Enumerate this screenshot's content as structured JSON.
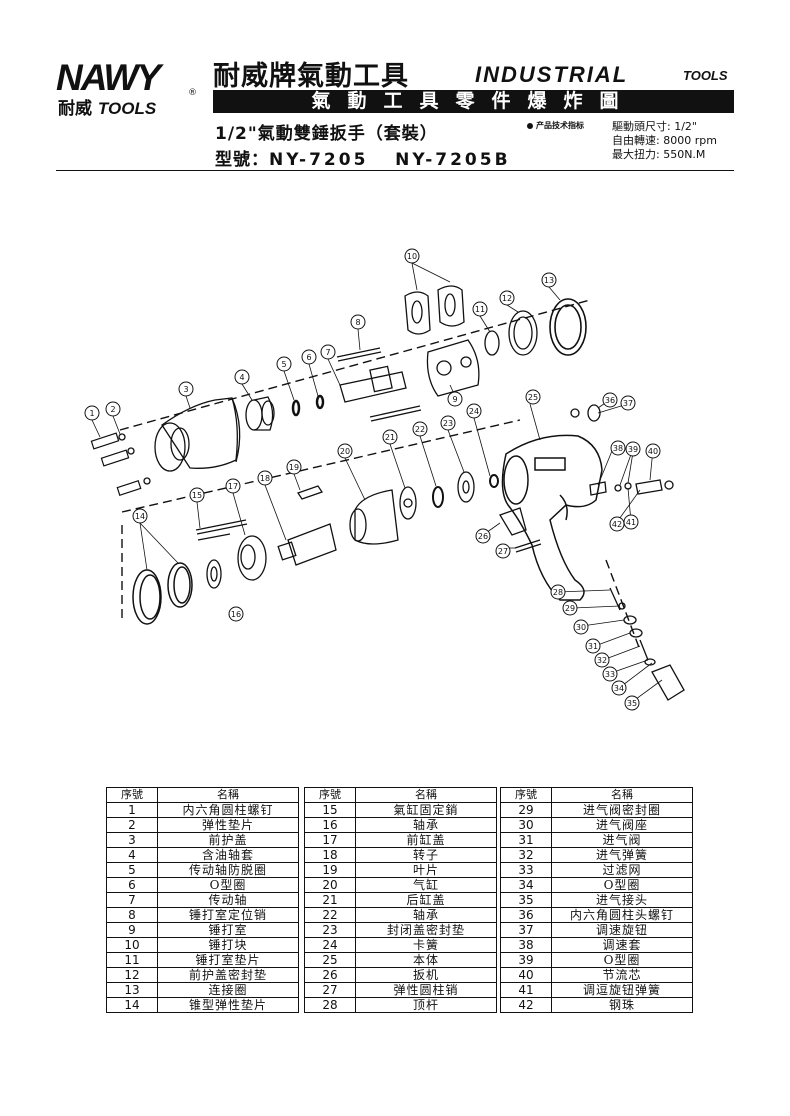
{
  "logo": {
    "word": "NAWY",
    "registered": "®",
    "sub_cn": "耐威",
    "sub_en": "TOOLS"
  },
  "header": {
    "brand_cn": "耐威牌氣動工具",
    "industrial": "INDUSTRIAL",
    "tools": "TOOLS",
    "subtitle": "氣動工具零件爆炸圖",
    "product": "1/2\"氣動雙錘扳手（套裝）",
    "model_label": "型號：",
    "model_value": "NY-7205   NY-7205B",
    "spec_heading": "产品技术指标",
    "specs": [
      "驅動頭尺寸: 1/2\"",
      "自由轉速: 8000 rpm",
      "最大扭力: 550N.M"
    ]
  },
  "diagram": {
    "callouts": [
      "1",
      "2",
      "3",
      "4",
      "5",
      "6",
      "7",
      "8",
      "9",
      "10",
      "11",
      "12",
      "13",
      "14",
      "15",
      "16",
      "17",
      "18",
      "19",
      "20",
      "21",
      "22",
      "23",
      "24",
      "25",
      "26",
      "27",
      "28",
      "29",
      "30",
      "31",
      "32",
      "33",
      "34",
      "35",
      "36",
      "37",
      "38",
      "39",
      "40",
      "41",
      "42"
    ]
  },
  "parts_table": {
    "headers": [
      "序號",
      "名稱"
    ],
    "columns": [
      [
        {
          "no": "1",
          "name": "内六角圆柱螺钉"
        },
        {
          "no": "2",
          "name": "弹性垫片"
        },
        {
          "no": "3",
          "name": "前护盖"
        },
        {
          "no": "4",
          "name": "含油轴套"
        },
        {
          "no": "5",
          "name": "传动轴防脱圈"
        },
        {
          "no": "6",
          "name": "O型圈"
        },
        {
          "no": "7",
          "name": "传动轴"
        },
        {
          "no": "8",
          "name": "锤打室定位销"
        },
        {
          "no": "9",
          "name": "锤打室"
        },
        {
          "no": "10",
          "name": "锤打块"
        },
        {
          "no": "11",
          "name": "锤打室垫片"
        },
        {
          "no": "12",
          "name": "前护盖密封垫"
        },
        {
          "no": "13",
          "name": "连接圈"
        },
        {
          "no": "14",
          "name": "锥型弹性垫片"
        }
      ],
      [
        {
          "no": "15",
          "name": "氣缸固定銷"
        },
        {
          "no": "16",
          "name": "轴承"
        },
        {
          "no": "17",
          "name": "前缸盖"
        },
        {
          "no": "18",
          "name": "转子"
        },
        {
          "no": "19",
          "name": "叶片"
        },
        {
          "no": "20",
          "name": "气缸"
        },
        {
          "no": "21",
          "name": "后缸盖"
        },
        {
          "no": "22",
          "name": "轴承"
        },
        {
          "no": "23",
          "name": "封闭盖密封垫"
        },
        {
          "no": "24",
          "name": "卡簧"
        },
        {
          "no": "25",
          "name": "本体"
        },
        {
          "no": "26",
          "name": "扳机"
        },
        {
          "no": "27",
          "name": "弹性圆柱销"
        },
        {
          "no": "28",
          "name": "顶杆"
        }
      ],
      [
        {
          "no": "29",
          "name": "进气阀密封圈"
        },
        {
          "no": "30",
          "name": "进气阀座"
        },
        {
          "no": "31",
          "name": "进气阀"
        },
        {
          "no": "32",
          "name": "进气弹簧"
        },
        {
          "no": "33",
          "name": "过滤网"
        },
        {
          "no": "34",
          "name": "O型圈"
        },
        {
          "no": "35",
          "name": "进气接头"
        },
        {
          "no": "36",
          "name": "内六角圆柱头螺钉"
        },
        {
          "no": "37",
          "name": "调速旋钮"
        },
        {
          "no": "38",
          "name": "调速套"
        },
        {
          "no": "39",
          "name": "O型圈"
        },
        {
          "no": "40",
          "name": "节流芯"
        },
        {
          "no": "41",
          "name": "调逗旋钮弹簧"
        },
        {
          "no": "42",
          "name": "钢珠"
        }
      ]
    ]
  }
}
